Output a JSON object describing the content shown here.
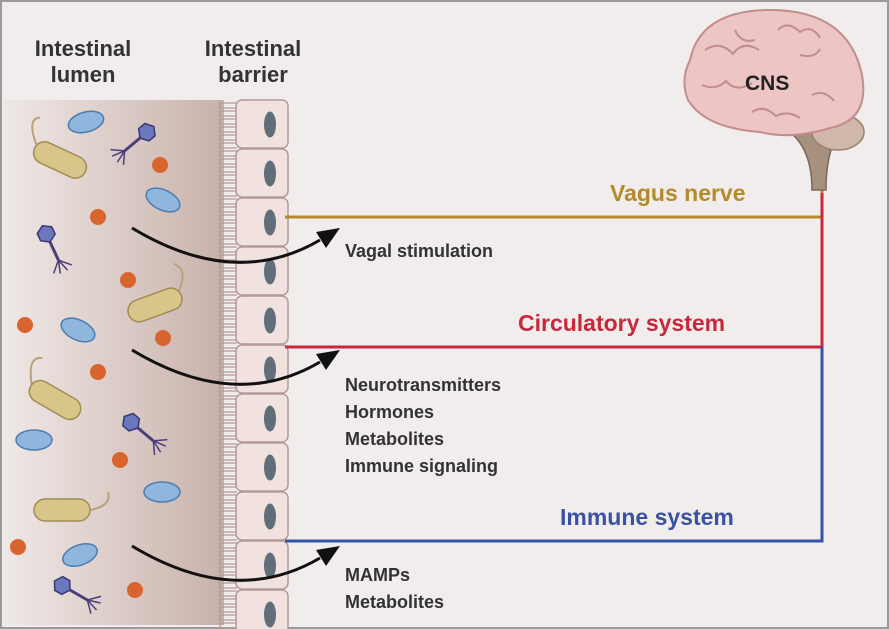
{
  "header": {
    "lumen": [
      "Intestinal",
      "lumen"
    ],
    "barrier": [
      "Intestinal",
      "barrier"
    ]
  },
  "brain": {
    "label": "CNS"
  },
  "pathways": {
    "vagus": {
      "label": "Vagus nerve",
      "color": "#b48a2a",
      "items": [
        "Vagal stimulation"
      ]
    },
    "circulatory": {
      "label": "Circulatory system",
      "color": "#c8283c",
      "items": [
        "Neurotransmitters",
        "Hormones",
        "Metabolites",
        "Immune signaling"
      ]
    },
    "immune": {
      "label": "Immune system",
      "color": "#3a52a4",
      "items": [
        "MAMPs",
        "Metabolites"
      ]
    }
  },
  "colors": {
    "background": "#f0edec",
    "lumen_gradient": "#cdb6b0",
    "bacteria_rod": "#d7c58a",
    "bacteria_cocci": "#d9652e",
    "bacteria_oval": "#8fb7dd",
    "phage": "#4a3d7a",
    "epithelium": "#f2e2df",
    "nucleus": "#5f6e78",
    "brain": "#ecc5c4"
  }
}
